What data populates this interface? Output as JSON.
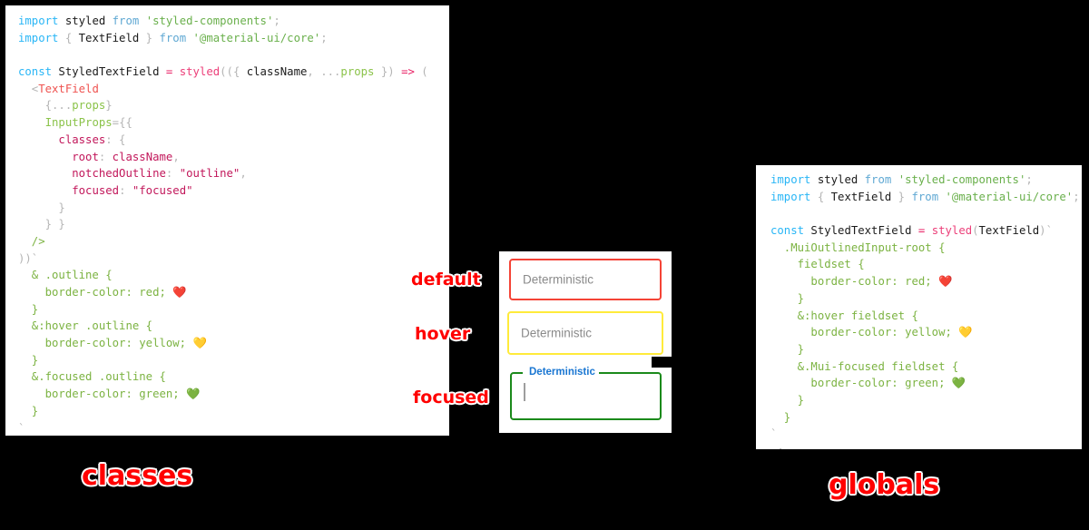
{
  "panels": {
    "classes": {
      "caption": "classes",
      "code": [
        [
          {
            "t": "import ",
            "c": "t-kw"
          },
          {
            "t": "styled ",
            "c": "t-def"
          },
          {
            "t": "from ",
            "c": "t-from"
          },
          {
            "t": "'styled-components'",
            "c": "t-str"
          },
          {
            "t": ";",
            "c": "t-punct"
          }
        ],
        [
          {
            "t": "import ",
            "c": "t-kw"
          },
          {
            "t": "{ ",
            "c": "t-punct"
          },
          {
            "t": "TextField",
            "c": "t-def"
          },
          {
            "t": " } ",
            "c": "t-punct"
          },
          {
            "t": "from ",
            "c": "t-from"
          },
          {
            "t": "'@material-ui/core'",
            "c": "t-str"
          },
          {
            "t": ";",
            "c": "t-punct"
          }
        ],
        [],
        [
          {
            "t": "const ",
            "c": "t-kw"
          },
          {
            "t": "StyledTextField ",
            "c": "t-def"
          },
          {
            "t": "= ",
            "c": "t-op"
          },
          {
            "t": "styled",
            "c": "t-fn"
          },
          {
            "t": "((",
            "c": "t-punct"
          },
          {
            "t": "{ ",
            "c": "t-punct"
          },
          {
            "t": "className",
            "c": "t-def"
          },
          {
            "t": ", ",
            "c": "t-punct"
          },
          {
            "t": "...",
            "c": "t-punct"
          },
          {
            "t": "props",
            "c": "t-attr"
          },
          {
            "t": " }) ",
            "c": "t-punct"
          },
          {
            "t": "=> ",
            "c": "t-op"
          },
          {
            "t": "(",
            "c": "t-punct"
          }
        ],
        [
          {
            "t": "  <",
            "c": "t-punct"
          },
          {
            "t": "TextField",
            "c": "t-tag"
          }
        ],
        [
          {
            "t": "    {...",
            "c": "t-punct"
          },
          {
            "t": "props",
            "c": "t-attr"
          },
          {
            "t": "}",
            "c": "t-punct"
          }
        ],
        [
          {
            "t": "    ",
            "c": "t-punct"
          },
          {
            "t": "InputProps",
            "c": "t-attr"
          },
          {
            "t": "={{",
            "c": "t-punct"
          }
        ],
        [
          {
            "t": "      ",
            "c": "t-punct"
          },
          {
            "t": "classes",
            "c": "t-prop"
          },
          {
            "t": ": {",
            "c": "t-punct"
          }
        ],
        [
          {
            "t": "        ",
            "c": "t-punct"
          },
          {
            "t": "root",
            "c": "t-prop"
          },
          {
            "t": ": ",
            "c": "t-punct"
          },
          {
            "t": "className",
            "c": "t-prop"
          },
          {
            "t": ",",
            "c": "t-punct"
          }
        ],
        [
          {
            "t": "        ",
            "c": "t-punct"
          },
          {
            "t": "notchedOutline",
            "c": "t-prop"
          },
          {
            "t": ": ",
            "c": "t-punct"
          },
          {
            "t": "\"outline\"",
            "c": "t-prop"
          },
          {
            "t": ",",
            "c": "t-punct"
          }
        ],
        [
          {
            "t": "        ",
            "c": "t-punct"
          },
          {
            "t": "focused",
            "c": "t-prop"
          },
          {
            "t": ": ",
            "c": "t-punct"
          },
          {
            "t": "\"focused\"",
            "c": "t-prop"
          }
        ],
        [
          {
            "t": "      }",
            "c": "t-punct"
          }
        ],
        [
          {
            "t": "    } }",
            "c": "t-punct"
          }
        ],
        [
          {
            "t": "  />",
            "c": "t-green"
          }
        ],
        [
          {
            "t": "))`",
            "c": "t-punct"
          }
        ],
        [
          {
            "t": "  & .outline {",
            "c": "t-css"
          }
        ],
        [
          {
            "t": "    border-color: red; ",
            "c": "t-css"
          },
          {
            "t": "❤️",
            "c": "emoji"
          }
        ],
        [
          {
            "t": "  }",
            "c": "t-css"
          }
        ],
        [
          {
            "t": "  &:hover .outline {",
            "c": "t-css"
          }
        ],
        [
          {
            "t": "    border-color: yellow; ",
            "c": "t-css"
          },
          {
            "t": "💛",
            "c": "emoji"
          }
        ],
        [
          {
            "t": "  }",
            "c": "t-css"
          }
        ],
        [
          {
            "t": "  &.focused .outline {",
            "c": "t-css"
          }
        ],
        [
          {
            "t": "    border-color: green; ",
            "c": "t-css"
          },
          {
            "t": "💚",
            "c": "emoji"
          }
        ],
        [
          {
            "t": "  }",
            "c": "t-css"
          }
        ],
        [
          {
            "t": "`",
            "c": "t-punct"
          }
        ],
        [
          {
            "t": " ;",
            "c": "t-gray"
          }
        ]
      ]
    },
    "globals": {
      "caption": "globals",
      "code": [
        [
          {
            "t": "import ",
            "c": "t-kw"
          },
          {
            "t": "styled ",
            "c": "t-def"
          },
          {
            "t": "from ",
            "c": "t-from"
          },
          {
            "t": "'styled-components'",
            "c": "t-str"
          },
          {
            "t": ";",
            "c": "t-punct"
          }
        ],
        [
          {
            "t": "import ",
            "c": "t-kw"
          },
          {
            "t": "{ ",
            "c": "t-punct"
          },
          {
            "t": "TextField",
            "c": "t-def"
          },
          {
            "t": " } ",
            "c": "t-punct"
          },
          {
            "t": "from ",
            "c": "t-from"
          },
          {
            "t": "'@material-ui/core'",
            "c": "t-str"
          },
          {
            "t": ";",
            "c": "t-punct"
          }
        ],
        [],
        [
          {
            "t": "const ",
            "c": "t-kw"
          },
          {
            "t": "StyledTextField ",
            "c": "t-def"
          },
          {
            "t": "= ",
            "c": "t-op"
          },
          {
            "t": "styled",
            "c": "t-fn"
          },
          {
            "t": "(",
            "c": "t-punct"
          },
          {
            "t": "TextField",
            "c": "t-def"
          },
          {
            "t": ")`",
            "c": "t-punct"
          }
        ],
        [
          {
            "t": "  .MuiOutlinedInput-root {",
            "c": "t-css"
          }
        ],
        [
          {
            "t": "    fieldset {",
            "c": "t-css"
          }
        ],
        [
          {
            "t": "      border-color: red; ",
            "c": "t-css"
          },
          {
            "t": "❤️",
            "c": "emoji"
          }
        ],
        [
          {
            "t": "    }",
            "c": "t-css"
          }
        ],
        [
          {
            "t": "    &:hover fieldset {",
            "c": "t-css"
          }
        ],
        [
          {
            "t": "      border-color: yellow; ",
            "c": "t-css"
          },
          {
            "t": "💛",
            "c": "emoji"
          }
        ],
        [
          {
            "t": "    }",
            "c": "t-css"
          }
        ],
        [
          {
            "t": "    &.Mui-focused fieldset {",
            "c": "t-css"
          }
        ],
        [
          {
            "t": "      border-color: green; ",
            "c": "t-css"
          },
          {
            "t": "💚",
            "c": "emoji"
          }
        ],
        [
          {
            "t": "    }",
            "c": "t-css"
          }
        ],
        [
          {
            "t": "  }",
            "c": "t-css"
          }
        ],
        [
          {
            "t": "`",
            "c": "t-punct"
          }
        ],
        [
          {
            "t": " ;",
            "c": "t-gray"
          }
        ]
      ]
    }
  },
  "annotations": {
    "default": "default",
    "hover": "hover",
    "focused": "focused"
  },
  "demo": {
    "fields": {
      "default": {
        "value": "Deterministic",
        "border_color": "#f44336"
      },
      "hover": {
        "value": "Deterministic",
        "border_color": "#ffeb3b"
      },
      "focused": {
        "label": "Deterministic",
        "value": "",
        "border_color": "#1b8a1b",
        "label_color": "#1976d2"
      }
    }
  },
  "colors": {
    "background": "#000000",
    "panel": "#ffffff",
    "annotation_red": "#ff0000",
    "red": "red",
    "yellow": "yellow",
    "green": "green"
  }
}
